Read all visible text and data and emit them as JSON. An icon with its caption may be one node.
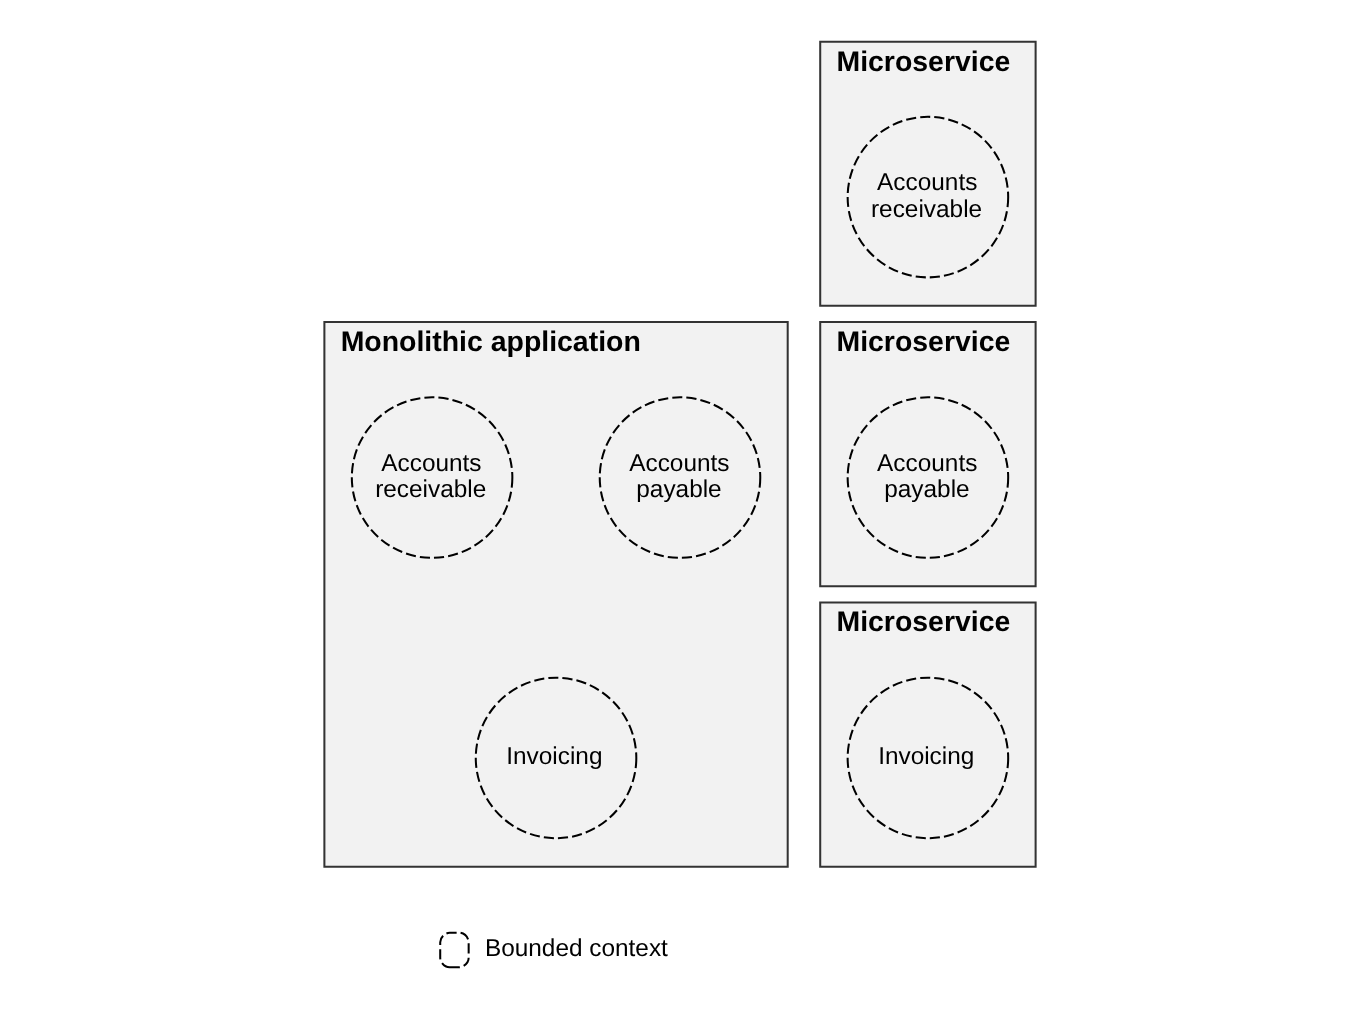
{
  "diagram": {
    "nodes": [
      {
        "text": [
          "Monolithic application"
        ]
      },
      {
        "text": [
          "Accounts receivable"
        ],
        "in": 0
      },
      {
        "text": [
          "Accounts payable"
        ],
        "in": 0
      },
      {
        "text": [
          "Invoicing"
        ],
        "in": 0
      },
      {
        "text": [
          "Microservice"
        ]
      },
      {
        "text": [
          "Accounts receivable"
        ],
        "in": 4
      },
      {
        "text": [
          "Microservice"
        ]
      },
      {
        "text": [
          "Accounts payable"
        ],
        "in": 6
      },
      {
        "text": [
          "Microservice"
        ]
      },
      {
        "text": [
          "Invoicing"
        ],
        "in": 8
      }
    ],
    "legend": [
      {
        "text": "Bounded context"
      }
    ]
  }
}
